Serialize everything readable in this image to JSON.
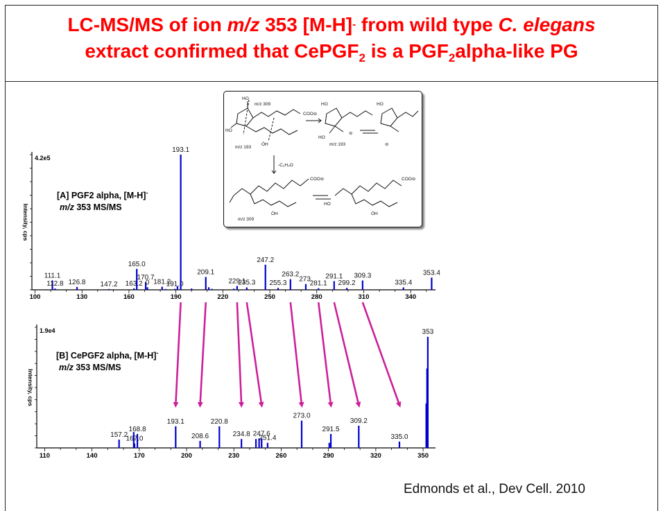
{
  "slide": {
    "title_parts": [
      {
        "t": "LC-MS/MS of ion "
      },
      {
        "t": "m/z",
        "f": "i"
      },
      {
        "t": " 353 [M-H]"
      },
      {
        "t": "-",
        "f": "sup"
      },
      {
        "t": " from wild type "
      },
      {
        "t": "C. elegans",
        "f": "i"
      }
    ],
    "title_parts_2": [
      {
        "t": "extract confirmed that CePGF"
      },
      {
        "t": "2",
        "f": "sub"
      },
      {
        "t": "  is a PGF"
      },
      {
        "t": "2",
        "f": "sub"
      },
      {
        "t": "alpha-like PG"
      }
    ],
    "citation": "Edmonds et al., Dev Cell. 2010"
  },
  "colors": {
    "title": "#ff0000",
    "peaks": "#0000cc",
    "arrows": "#cc1f99",
    "axis": "#000000"
  },
  "scheme": {
    "labels": [
      "HO",
      "HO",
      "ÓH",
      "m/z 309",
      "m/z 193",
      "HO",
      "HO",
      "m/z 193",
      "HO",
      "-C₂H₄O",
      "m/z 309",
      "ÓH",
      "HO",
      "ÓH",
      "⊖",
      "⊖"
    ],
    "coo_label": "COO⊖"
  },
  "chart_data": [
    {
      "type": "bar",
      "panel_label": "[A] PGF2 alpha, [M-H]",
      "panel_label_sup": "-",
      "panel_label_2_italic": "m/z",
      "panel_label_2": " 353 MS/MS",
      "ylabel": "Intensity, cps",
      "ymax_label": "4.2e5",
      "xlim": [
        98,
        355
      ],
      "ylim": [
        0,
        420000
      ],
      "x_ticks": [
        100,
        130,
        160,
        190,
        220,
        250,
        280,
        310,
        340
      ],
      "peaks": [
        {
          "x": 111.1,
          "y": 29000,
          "label": "111.1"
        },
        {
          "x": 112.8,
          "y": 4000,
          "label": "112.8"
        },
        {
          "x": 126.8,
          "y": 9000,
          "label": "126.8"
        },
        {
          "x": 147.2,
          "y": 2500,
          "label": "147.2"
        },
        {
          "x": 163.2,
          "y": 4500,
          "label": "163.2"
        },
        {
          "x": 165.0,
          "y": 65000,
          "label": "165.0"
        },
        {
          "x": 170.7,
          "y": 24000,
          "label": "170.7"
        },
        {
          "x": 171.8,
          "y": 8000,
          "label": "0"
        },
        {
          "x": 181.2,
          "y": 9500,
          "label": "181.2"
        },
        {
          "x": 183.5,
          "y": 2500,
          "label": ""
        },
        {
          "x": 189.3,
          "y": 3000,
          "label": "191.0"
        },
        {
          "x": 191.0,
          "y": 11000,
          "label": ""
        },
        {
          "x": 193.1,
          "y": 420000,
          "label": "193.1"
        },
        {
          "x": 200.0,
          "y": 4000,
          "label": ""
        },
        {
          "x": 209.1,
          "y": 40000,
          "label": "209.1"
        },
        {
          "x": 211.0,
          "y": 8000,
          "label": ""
        },
        {
          "x": 213.0,
          "y": 3000,
          "label": ""
        },
        {
          "x": 227.0,
          "y": 3500,
          "label": ""
        },
        {
          "x": 229.1,
          "y": 12000,
          "label": "229.1"
        },
        {
          "x": 235.3,
          "y": 7500,
          "label": "235.3"
        },
        {
          "x": 247.2,
          "y": 78000,
          "label": "247.2"
        },
        {
          "x": 255.3,
          "y": 6000,
          "label": "255.3"
        },
        {
          "x": 263.2,
          "y": 33000,
          "label": "263.2"
        },
        {
          "x": 273.0,
          "y": 18000,
          "label": "273."
        },
        {
          "x": 281.1,
          "y": 5000,
          "label": "281.1"
        },
        {
          "x": 291.1,
          "y": 27000,
          "label": "291.1"
        },
        {
          "x": 299.2,
          "y": 6000,
          "label": "299.2"
        },
        {
          "x": 309.3,
          "y": 29000,
          "label": "309.3"
        },
        {
          "x": 335.4,
          "y": 7500,
          "label": "335.4"
        },
        {
          "x": 353.4,
          "y": 38000,
          "label": "353.4"
        }
      ]
    },
    {
      "type": "bar",
      "panel_label": "[B] CePGF2 alpha, [M-H]",
      "panel_label_sup": "-",
      "panel_label_2_italic": "m/z",
      "panel_label_2": " 353 MS/MS",
      "ylabel": "Intensity, cps",
      "ymax_label": "1.9e4",
      "xlim": [
        105,
        357
      ],
      "ylim": [
        0,
        19000
      ],
      "x_ticks": [
        110,
        140,
        170,
        200,
        230,
        260,
        290,
        320,
        350
      ],
      "peaks": [
        {
          "x": 157.2,
          "y": 1300,
          "label": "157.2"
        },
        {
          "x": 166.5,
          "y": 2500,
          "label": ""
        },
        {
          "x": 168.8,
          "y": 2200,
          "label": "168.8"
        },
        {
          "x": 167.0,
          "y": 700,
          "label": "167.0"
        },
        {
          "x": 193.1,
          "y": 3400,
          "label": "193.1"
        },
        {
          "x": 208.6,
          "y": 1100,
          "label": "208.6"
        },
        {
          "x": 220.8,
          "y": 3400,
          "label": "220.8"
        },
        {
          "x": 234.8,
          "y": 1400,
          "label": "234.8"
        },
        {
          "x": 244.0,
          "y": 1400,
          "label": ""
        },
        {
          "x": 246.0,
          "y": 1500,
          "label": ""
        },
        {
          "x": 247.6,
          "y": 1500,
          "label": "247.6"
        },
        {
          "x": 251.4,
          "y": 800,
          "label": "251.4"
        },
        {
          "x": 273.0,
          "y": 4300,
          "label": "273.0"
        },
        {
          "x": 291.5,
          "y": 2200,
          "label": "291.5"
        },
        {
          "x": 290.5,
          "y": 800,
          "label": ""
        },
        {
          "x": 309.2,
          "y": 3500,
          "label": "309.2"
        },
        {
          "x": 335.0,
          "y": 1000,
          "label": "335.0"
        },
        {
          "x": 352.0,
          "y": 7000,
          "label": ""
        },
        {
          "x": 352.5,
          "y": 12500,
          "label": ""
        },
        {
          "x": 353.0,
          "y": 17500,
          "label": "353"
        }
      ]
    }
  ],
  "correspondences": [
    {
      "a": 193.1,
      "b": 193.1
    },
    {
      "a": 209.1,
      "b": 208.6
    },
    {
      "a": 229.1,
      "b": 234.8
    },
    {
      "a": 235.3,
      "b": 247.6
    },
    {
      "a": 263.2,
      "b": 273.0
    },
    {
      "a": 281.1,
      "b": 291.5
    },
    {
      "a": 291.1,
      "b": 309.2
    },
    {
      "a": 309.3,
      "b": 335.0
    }
  ]
}
